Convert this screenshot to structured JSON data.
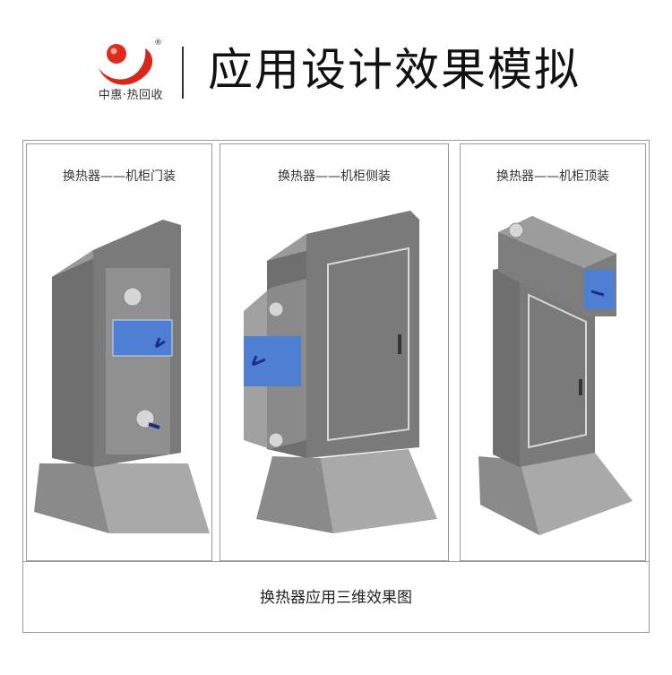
{
  "brand": {
    "name": "中惠·热回收",
    "registered": "®",
    "logo_icon": "red-droplet-smile-logo",
    "color": "#d9261c"
  },
  "page": {
    "title": "应用设计效果模拟"
  },
  "panels": [
    {
      "label": "换热器——机柜门装"
    },
    {
      "label": "换热器——机柜侧装"
    },
    {
      "label": "换热器——机柜顶装"
    }
  ],
  "caption": "换热器应用三维效果图"
}
